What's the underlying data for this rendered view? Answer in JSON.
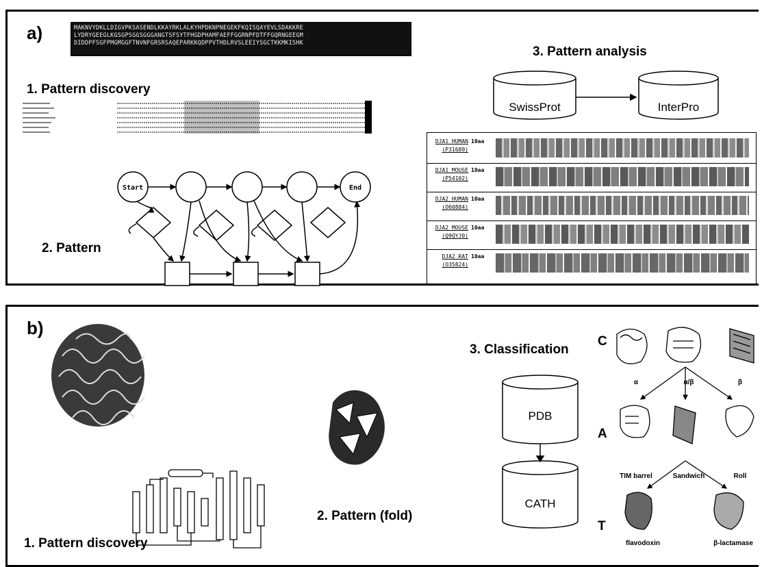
{
  "panel_a": {
    "letter": "a)",
    "sequence": [
      "MAKNVYDKLLDIGVPKSASENDLKKAYRKLALKYHPDKNPNEGEKFKQISQAYEVLSDAKKRE",
      "LYDRYGEEGLKGSGPSGGSGGGANGTSFSYTFHGDPHAMFAEFFGGRNPFDTFFGQRNGEEGM",
      "DIDDPFSGFPMGMGGFTNVNFGRSRSAQEPARKKQDPPVTHDLRVSLEEIYSGCTKKMKISHK"
    ],
    "step1": "1. Pattern discovery",
    "step2": "2. Pattern",
    "step3": "3. Pattern analysis",
    "db_source": "SwissProt",
    "db_target": "InterPro",
    "graph_nodes": {
      "start": "Start",
      "end": "End"
    },
    "db_rows": [
      {
        "id": "DJA1_HUMAN",
        "acc": "(P31689)",
        "len": "10aa"
      },
      {
        "id": "DJA1_MOUSE",
        "acc": "(P54102)",
        "len": "10aa"
      },
      {
        "id": "DJA2_HUMAN",
        "acc": "(O60884)",
        "len": "10aa"
      },
      {
        "id": "DJA2_MOUSE",
        "acc": "(Q9QYJ0)",
        "len": "10aa"
      },
      {
        "id": "DJA2_RAT",
        "acc": "(O35824)",
        "len": "10aa"
      }
    ]
  },
  "panel_b": {
    "letter": "b)",
    "step1": "1. Pattern discovery",
    "step2": "2. Pattern (fold)",
    "step3": "3. Classification",
    "db_source": "PDB",
    "db_target": "CATH",
    "levels": {
      "c": "C",
      "a": "A",
      "t": "T"
    },
    "class_labels": [
      "α",
      "α/β",
      "β"
    ],
    "arch_labels": [
      "TIM barrel",
      "Sandwich",
      "Roll"
    ],
    "topo_labels": [
      "flavodoxin",
      "β-lactamase"
    ]
  },
  "colors": {
    "ink": "#000000",
    "seq_bg": "#111111",
    "panel_border": "#000000"
  }
}
